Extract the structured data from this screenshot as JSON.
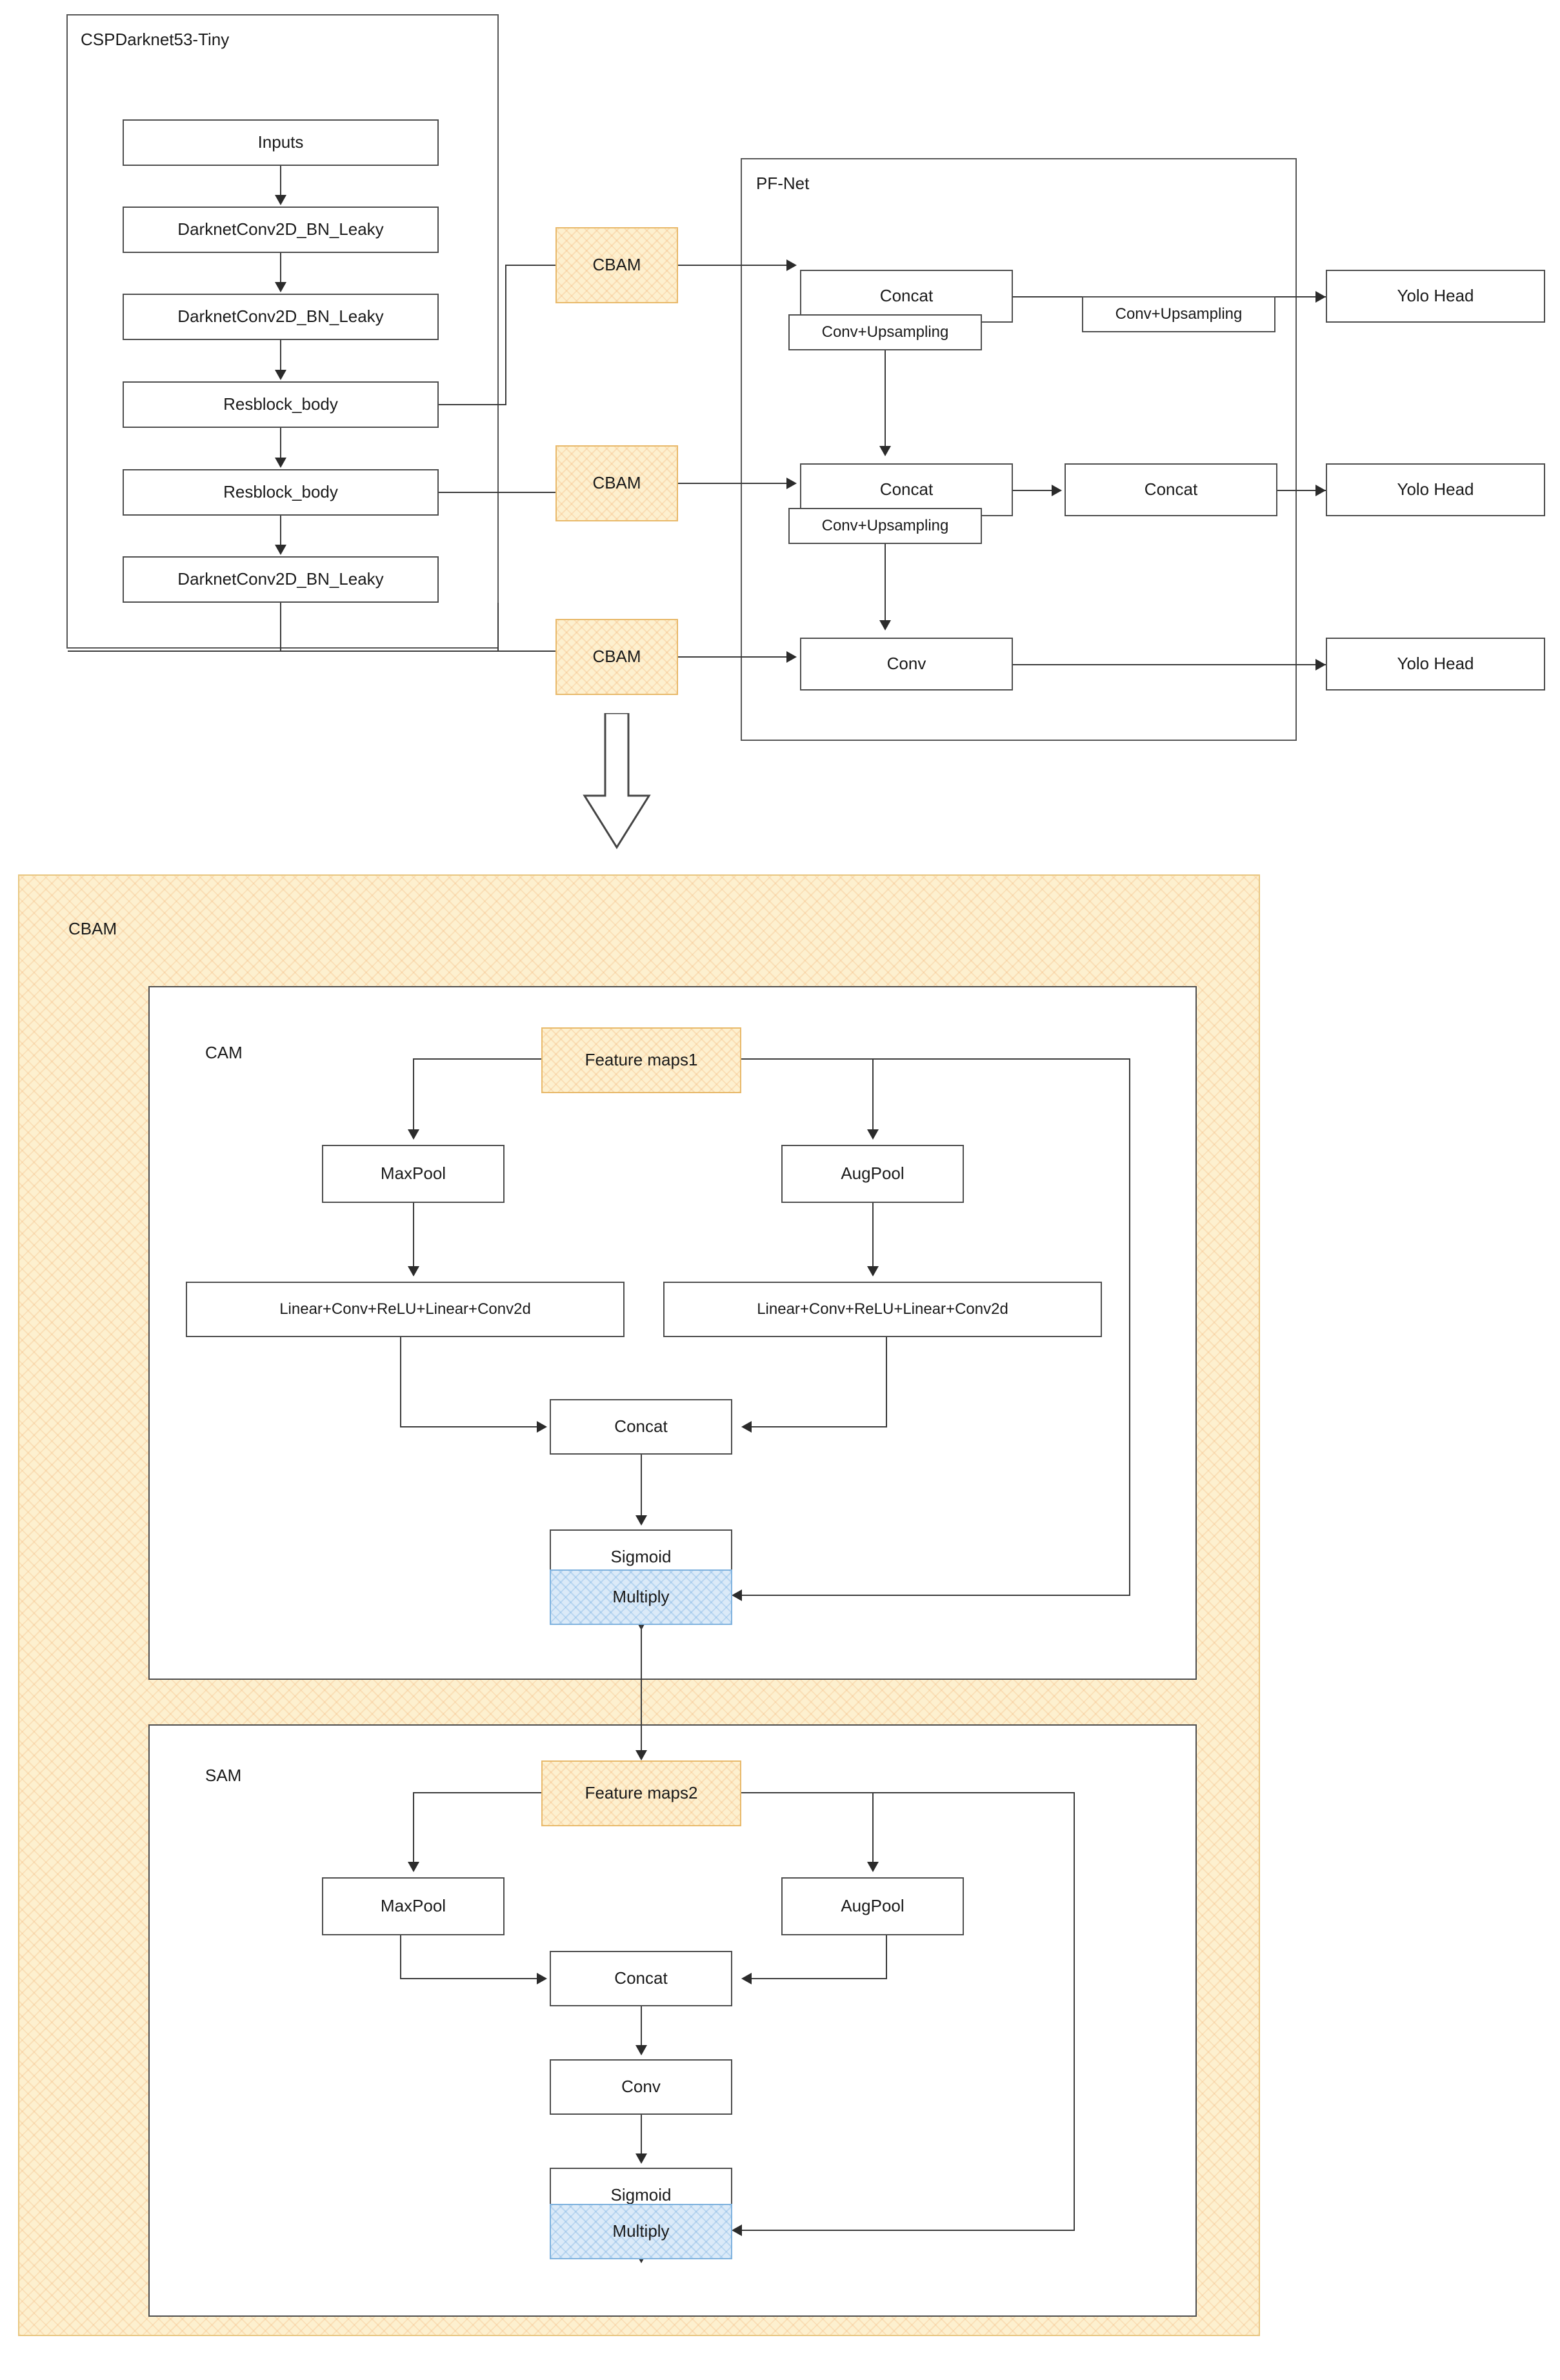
{
  "diagram": {
    "title": "Network architecture: CSPDarknet53-Tiny backbone with CBAM attention, PF-Net neck and Yolo Heads; CBAM expanded into CAM and SAM",
    "groups": {
      "backbone": "CSPDarknet53-Tiny",
      "neck": "PF-Net",
      "cbam": "CBAM",
      "cam": "CAM",
      "sam": "SAM"
    },
    "backbone_nodes": [
      {
        "id": "inputs",
        "label": "Inputs"
      },
      {
        "id": "dconv1",
        "label": "DarknetConv2D_BN_Leaky"
      },
      {
        "id": "dconv2",
        "label": "DarknetConv2D_BN_Leaky"
      },
      {
        "id": "res1",
        "label": "Resblock_body"
      },
      {
        "id": "res2",
        "label": "Resblock_body"
      },
      {
        "id": "dconv3",
        "label": "DarknetConv2D_BN_Leaky"
      }
    ],
    "attention_nodes": [
      {
        "id": "cbam1",
        "label": "CBAM"
      },
      {
        "id": "cbam2",
        "label": "CBAM"
      },
      {
        "id": "cbam3",
        "label": "CBAM"
      }
    ],
    "neck_nodes": [
      {
        "id": "concat_top",
        "label": "Concat"
      },
      {
        "id": "upsample_top",
        "label": "Conv+Upsampling"
      },
      {
        "id": "upsample_right",
        "label": "Conv+Upsampling"
      },
      {
        "id": "concat_mid",
        "label": "Concat"
      },
      {
        "id": "upsample_mid",
        "label": "Conv+Upsampling"
      },
      {
        "id": "concat_mid2",
        "label": "Concat"
      },
      {
        "id": "conv_bottom",
        "label": "Conv"
      }
    ],
    "head_nodes": [
      {
        "id": "head1",
        "label": "Yolo Head"
      },
      {
        "id": "head2",
        "label": "Yolo Head"
      },
      {
        "id": "head3",
        "label": "Yolo Head"
      }
    ],
    "cam_nodes": [
      {
        "id": "fm1",
        "label": "Feature maps1"
      },
      {
        "id": "cam_maxpool",
        "label": "MaxPool"
      },
      {
        "id": "cam_augpool",
        "label": "AugPool"
      },
      {
        "id": "cam_mlp_left",
        "label": "Linear+Conv+ReLU+Linear+Conv2d"
      },
      {
        "id": "cam_mlp_right",
        "label": "Linear+Conv+ReLU+Linear+Conv2d"
      },
      {
        "id": "cam_concat",
        "label": "Concat"
      },
      {
        "id": "cam_sigmoid",
        "label": "Sigmoid"
      },
      {
        "id": "cam_multiply",
        "label": "Multiply"
      }
    ],
    "sam_nodes": [
      {
        "id": "fm2",
        "label": "Feature maps2"
      },
      {
        "id": "sam_maxpool",
        "label": "MaxPool"
      },
      {
        "id": "sam_augpool",
        "label": "AugPool"
      },
      {
        "id": "sam_concat",
        "label": "Concat"
      },
      {
        "id": "sam_conv",
        "label": "Conv"
      },
      {
        "id": "sam_sigmoid",
        "label": "Sigmoid"
      },
      {
        "id": "sam_multiply",
        "label": "Multiply"
      }
    ],
    "colors": {
      "attention_fill": "#fdf0cf",
      "attention_border": "#e8b96a",
      "multiply_fill": "#dbeaf8",
      "multiply_border": "#7fb2de",
      "node_border": "#4d4d4d",
      "line": "#3a3a3a",
      "text": "#1a1a1a"
    }
  }
}
